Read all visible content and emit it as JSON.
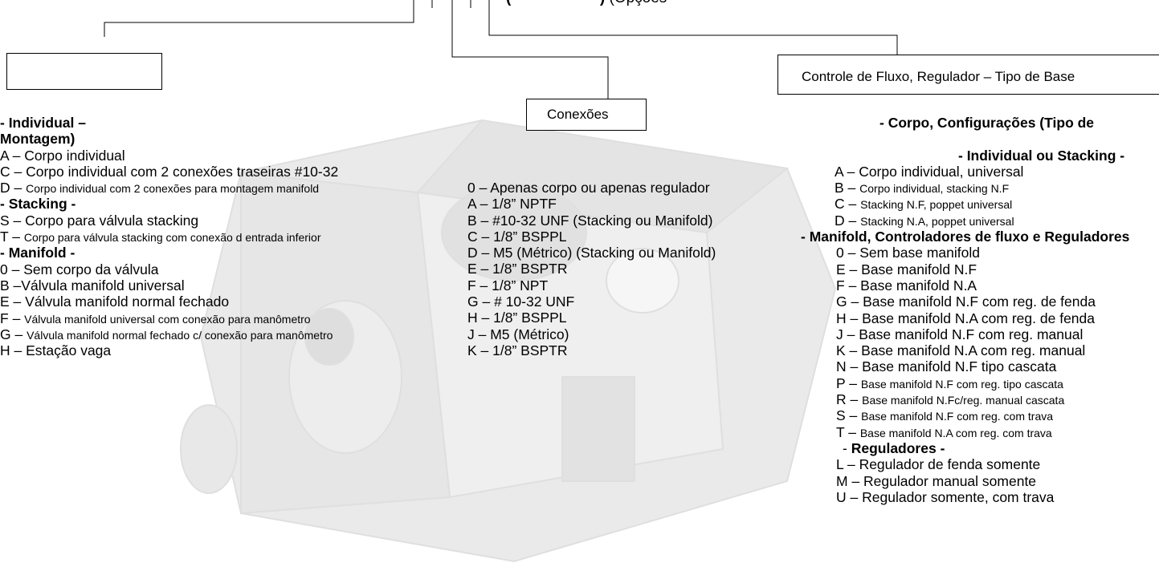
{
  "top_header": {
    "text_bold": "(",
    "text_bold_close": ")",
    "text_partial": "(Opções"
  },
  "boxes": {
    "connections": "Conexões",
    "flow": "Controle de Fluxo, Regulador – Tipo de Base"
  },
  "left": {
    "heading1": " - Individual –",
    "heading1b": "Montagem)",
    "group1": [
      {
        "code": "A",
        "desc": "Corpo individual",
        "size": "L"
      },
      {
        "code": "C",
        "desc": "Corpo individual com 2 conexões traseiras #10-32",
        "size": "L"
      },
      {
        "code": "D",
        "desc": "Corpo individual com 2 conexões para montagem manifold",
        "size": "S"
      }
    ],
    "heading2": "- Stacking -",
    "group2": [
      {
        "code": "S",
        "desc": "Corpo para válvula stacking",
        "size": "L"
      },
      {
        "code": "T",
        "desc": "Corpo para válvula stacking com conexão d entrada inferior",
        "size": "S"
      }
    ],
    "heading3": " - Manifold -",
    "group3": [
      {
        "code": "0",
        "desc": "Sem corpo da válvula",
        "size": "L"
      },
      {
        "code": "B",
        "desc": "Válvula manifold universal",
        "size": "L",
        "sep": " –"
      },
      {
        "code": "E",
        "desc": "Válvula manifold normal fechado",
        "size": "L"
      },
      {
        "code": "F",
        "desc": "Válvula manifold universal com conexão para manômetro",
        "size": "S"
      },
      {
        "code": "G",
        "desc": "Válvula manifold normal fechado c/ conexão para manômetro",
        "size": "S"
      },
      {
        "code": "H",
        "desc": "Estação vaga",
        "size": "L"
      }
    ]
  },
  "middle": {
    "items": [
      "0 – Apenas corpo ou apenas regulador",
      "A – 1/8” NPTF",
      "B – #10-32 UNF (Stacking ou Manifold)",
      "C – 1/8” BSPPL",
      "D – M5 (Métrico) (Stacking ou Manifold)",
      "E – 1/8” BSPTR",
      "F – 1/8” NPT",
      "G – # 10-32 UNF",
      "H – 1/8” BSPPL",
      "J – M5 (Métrico)",
      "K – 1/8” BSPTR"
    ]
  },
  "right": {
    "heading1": "- Corpo, Configurações (Tipo de",
    "heading2": "- Individual ou Stacking -",
    "group1": [
      {
        "code": "A",
        "desc": "Corpo individual, universal",
        "size": "L"
      },
      {
        "code": "B",
        "desc": "Corpo individual, stacking N.F",
        "size": "S"
      },
      {
        "code": "C",
        "desc": "Stacking N.F, poppet universal",
        "size": "S"
      },
      {
        "code": "D",
        "desc": "Stacking N.A, poppet universal",
        "size": "S"
      }
    ],
    "heading3": "- Manifold, Controladores de fluxo e Reguladores",
    "group2": [
      {
        "code": "0",
        "desc": "Sem base manifold",
        "size": "L"
      },
      {
        "code": "E",
        "desc": "Base manifold N.F",
        "size": "L"
      },
      {
        "code": "F",
        "desc": "Base manifold N.A",
        "size": "L"
      },
      {
        "code": "G",
        "desc": "Base manifold N.F com reg. de fenda",
        "size": "L"
      },
      {
        "code": "H",
        "desc": "Base manifold N.A com reg. de fenda",
        "size": "L"
      },
      {
        "code": "J",
        "desc": "Base manifold N.F com reg. manual",
        "size": "L"
      },
      {
        "code": "K",
        "desc": "Base manifold N.A com reg. manual",
        "size": "L"
      },
      {
        "code": "N",
        "desc": "Base manifold N.F tipo cascata",
        "size": "L"
      },
      {
        "code": "P",
        "desc": "Base manifold N.F com reg. tipo cascata",
        "size": "S"
      },
      {
        "code": "R",
        "desc": "Base manifold N.Fc/reg. manual cascata",
        "size": "S"
      },
      {
        "code": "S",
        "desc": "Base manifold N.F com reg. com trava",
        "size": "S"
      },
      {
        "code": "T",
        "desc": "Base manifold N.A com reg. com trava",
        "size": "S"
      }
    ],
    "heading4_prefix": " - ",
    "heading4": "Reguladores -",
    "group3": [
      {
        "code": "L",
        "desc": "Regulador de fenda somente",
        "size": "L"
      },
      {
        "code": "M",
        "desc": "Regulador manual somente",
        "size": "L"
      },
      {
        "code": "U",
        "desc": "Regulador somente, com trava",
        "size": "L"
      }
    ]
  },
  "colors": {
    "line": "#000000",
    "background_photo": "#c8c8c8"
  },
  "icons": [
    "valve-photo-watermark"
  ]
}
